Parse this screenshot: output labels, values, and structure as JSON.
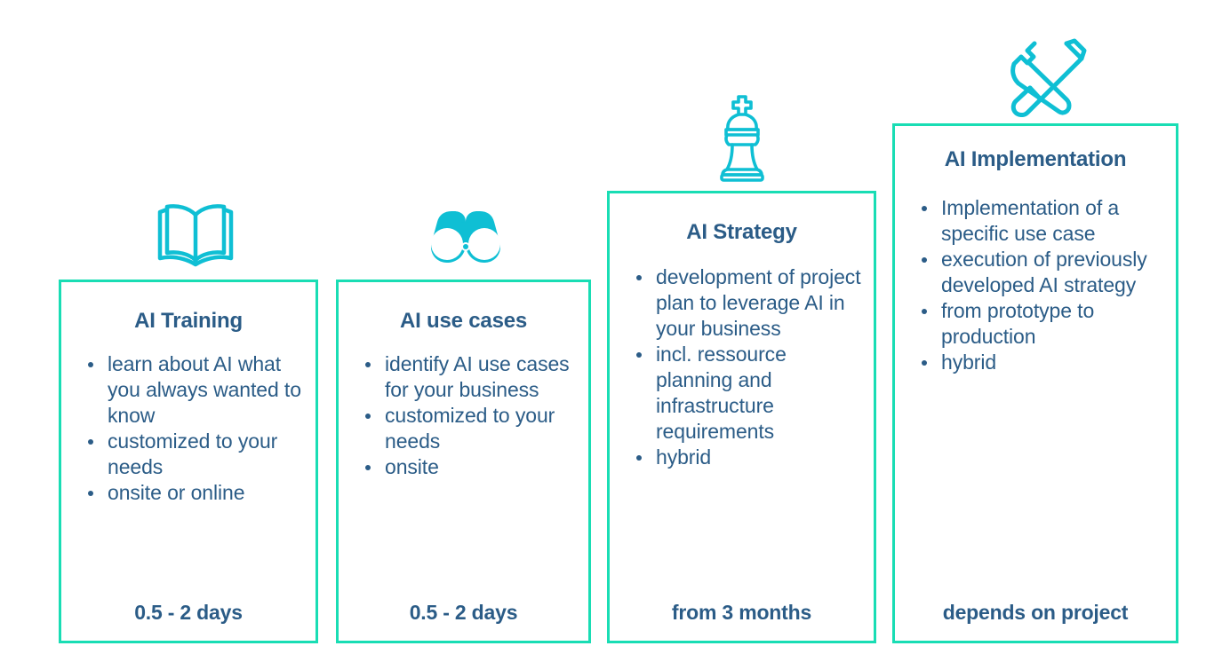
{
  "theme": {
    "background": "#ffffff",
    "card_border": "#19DDB4",
    "text": "#2B5C87",
    "icon": "#0FBFD4"
  },
  "cards": [
    {
      "icon_name": "open-book-icon",
      "title": "AI Training",
      "bullets": [
        "learn about AI what you always wanted to know",
        "customized to your needs",
        "onsite or online"
      ],
      "footer": "0.5 - 2 days"
    },
    {
      "icon_name": "binoculars-icon",
      "title": "AI use cases",
      "bullets": [
        "identify AI use cases for your business",
        "customized to your needs",
        "onsite"
      ],
      "footer": "0.5 - 2 days"
    },
    {
      "icon_name": "chess-king-icon",
      "title": "AI Strategy",
      "bullets": [
        "development of project plan to leverage AI in your business",
        "incl. ressource planning and infrastructure requirements",
        "hybrid"
      ],
      "footer": "from 3 months"
    },
    {
      "icon_name": "tools-icon",
      "title": "AI Implementation",
      "bullets": [
        "Implementation of a specific use case",
        "execution of previously developed AI strategy",
        "from prototype to production",
        "hybrid"
      ],
      "footer": "depends on project"
    }
  ]
}
